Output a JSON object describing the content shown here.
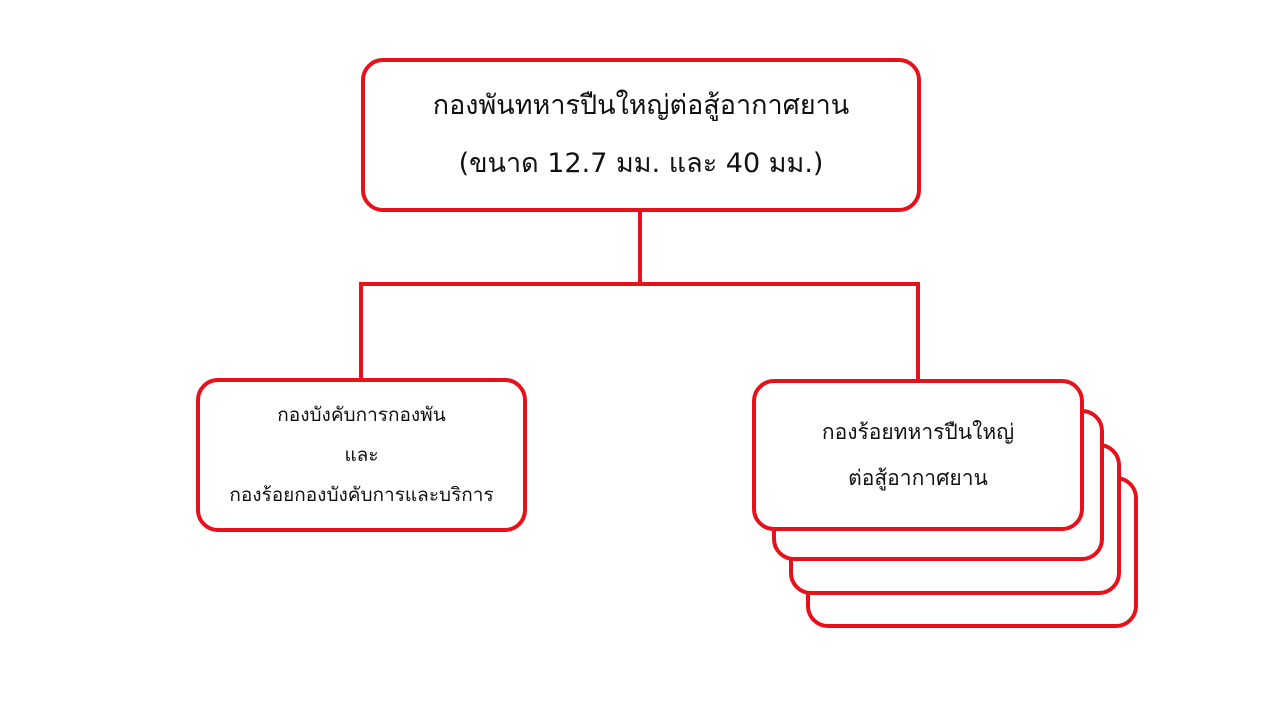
{
  "colors": {
    "accent": "#e8101a"
  },
  "root": {
    "line1": "กองพันทหารปืนใหญ่ต่อสู้อากาศยาน",
    "line2": "(ขนาด 12.7 มม. และ 40 มม.)"
  },
  "left_unit": {
    "line1": "กองบังคับการกองพัน",
    "line2": "และ",
    "line3": "กองร้อยกองบังคับการและบริการ"
  },
  "right_unit": {
    "line1": "กองร้อยทหารปืนใหญ่",
    "line2": "ต่อสู้อากาศยาน"
  }
}
